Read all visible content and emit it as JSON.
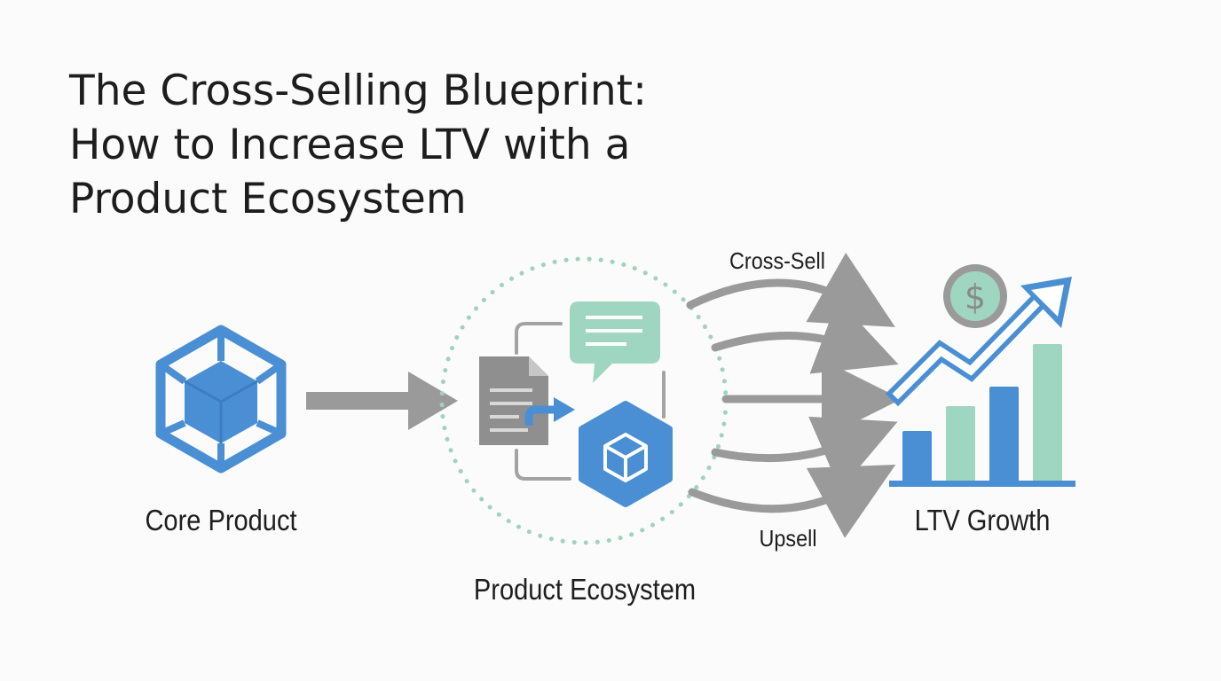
{
  "title": {
    "line1": "The Cross-Selling Blueprint:",
    "line2": "How to Increase LTV with a",
    "line3": "Product Ecosystem"
  },
  "nodes": {
    "core": {
      "label": "Core Product",
      "icon": "cube-hexagon-icon"
    },
    "ecosystem": {
      "label": "Product Ecosystem",
      "icons": [
        "document-icon",
        "chat-bubble-icon",
        "cube-icon"
      ]
    },
    "growth": {
      "label": "LTV Growth",
      "icons": [
        "dollar-coin-icon",
        "bar-chart-icon",
        "trend-arrow-icon"
      ]
    }
  },
  "flows": {
    "top_label": "Cross-Sell",
    "bottom_label": "Upsell"
  },
  "colors": {
    "blue": "#4a8fd4",
    "teal": "#9fd6c2",
    "gray": "#9a9a9a",
    "dotted_ring": "#9fd3bd"
  }
}
